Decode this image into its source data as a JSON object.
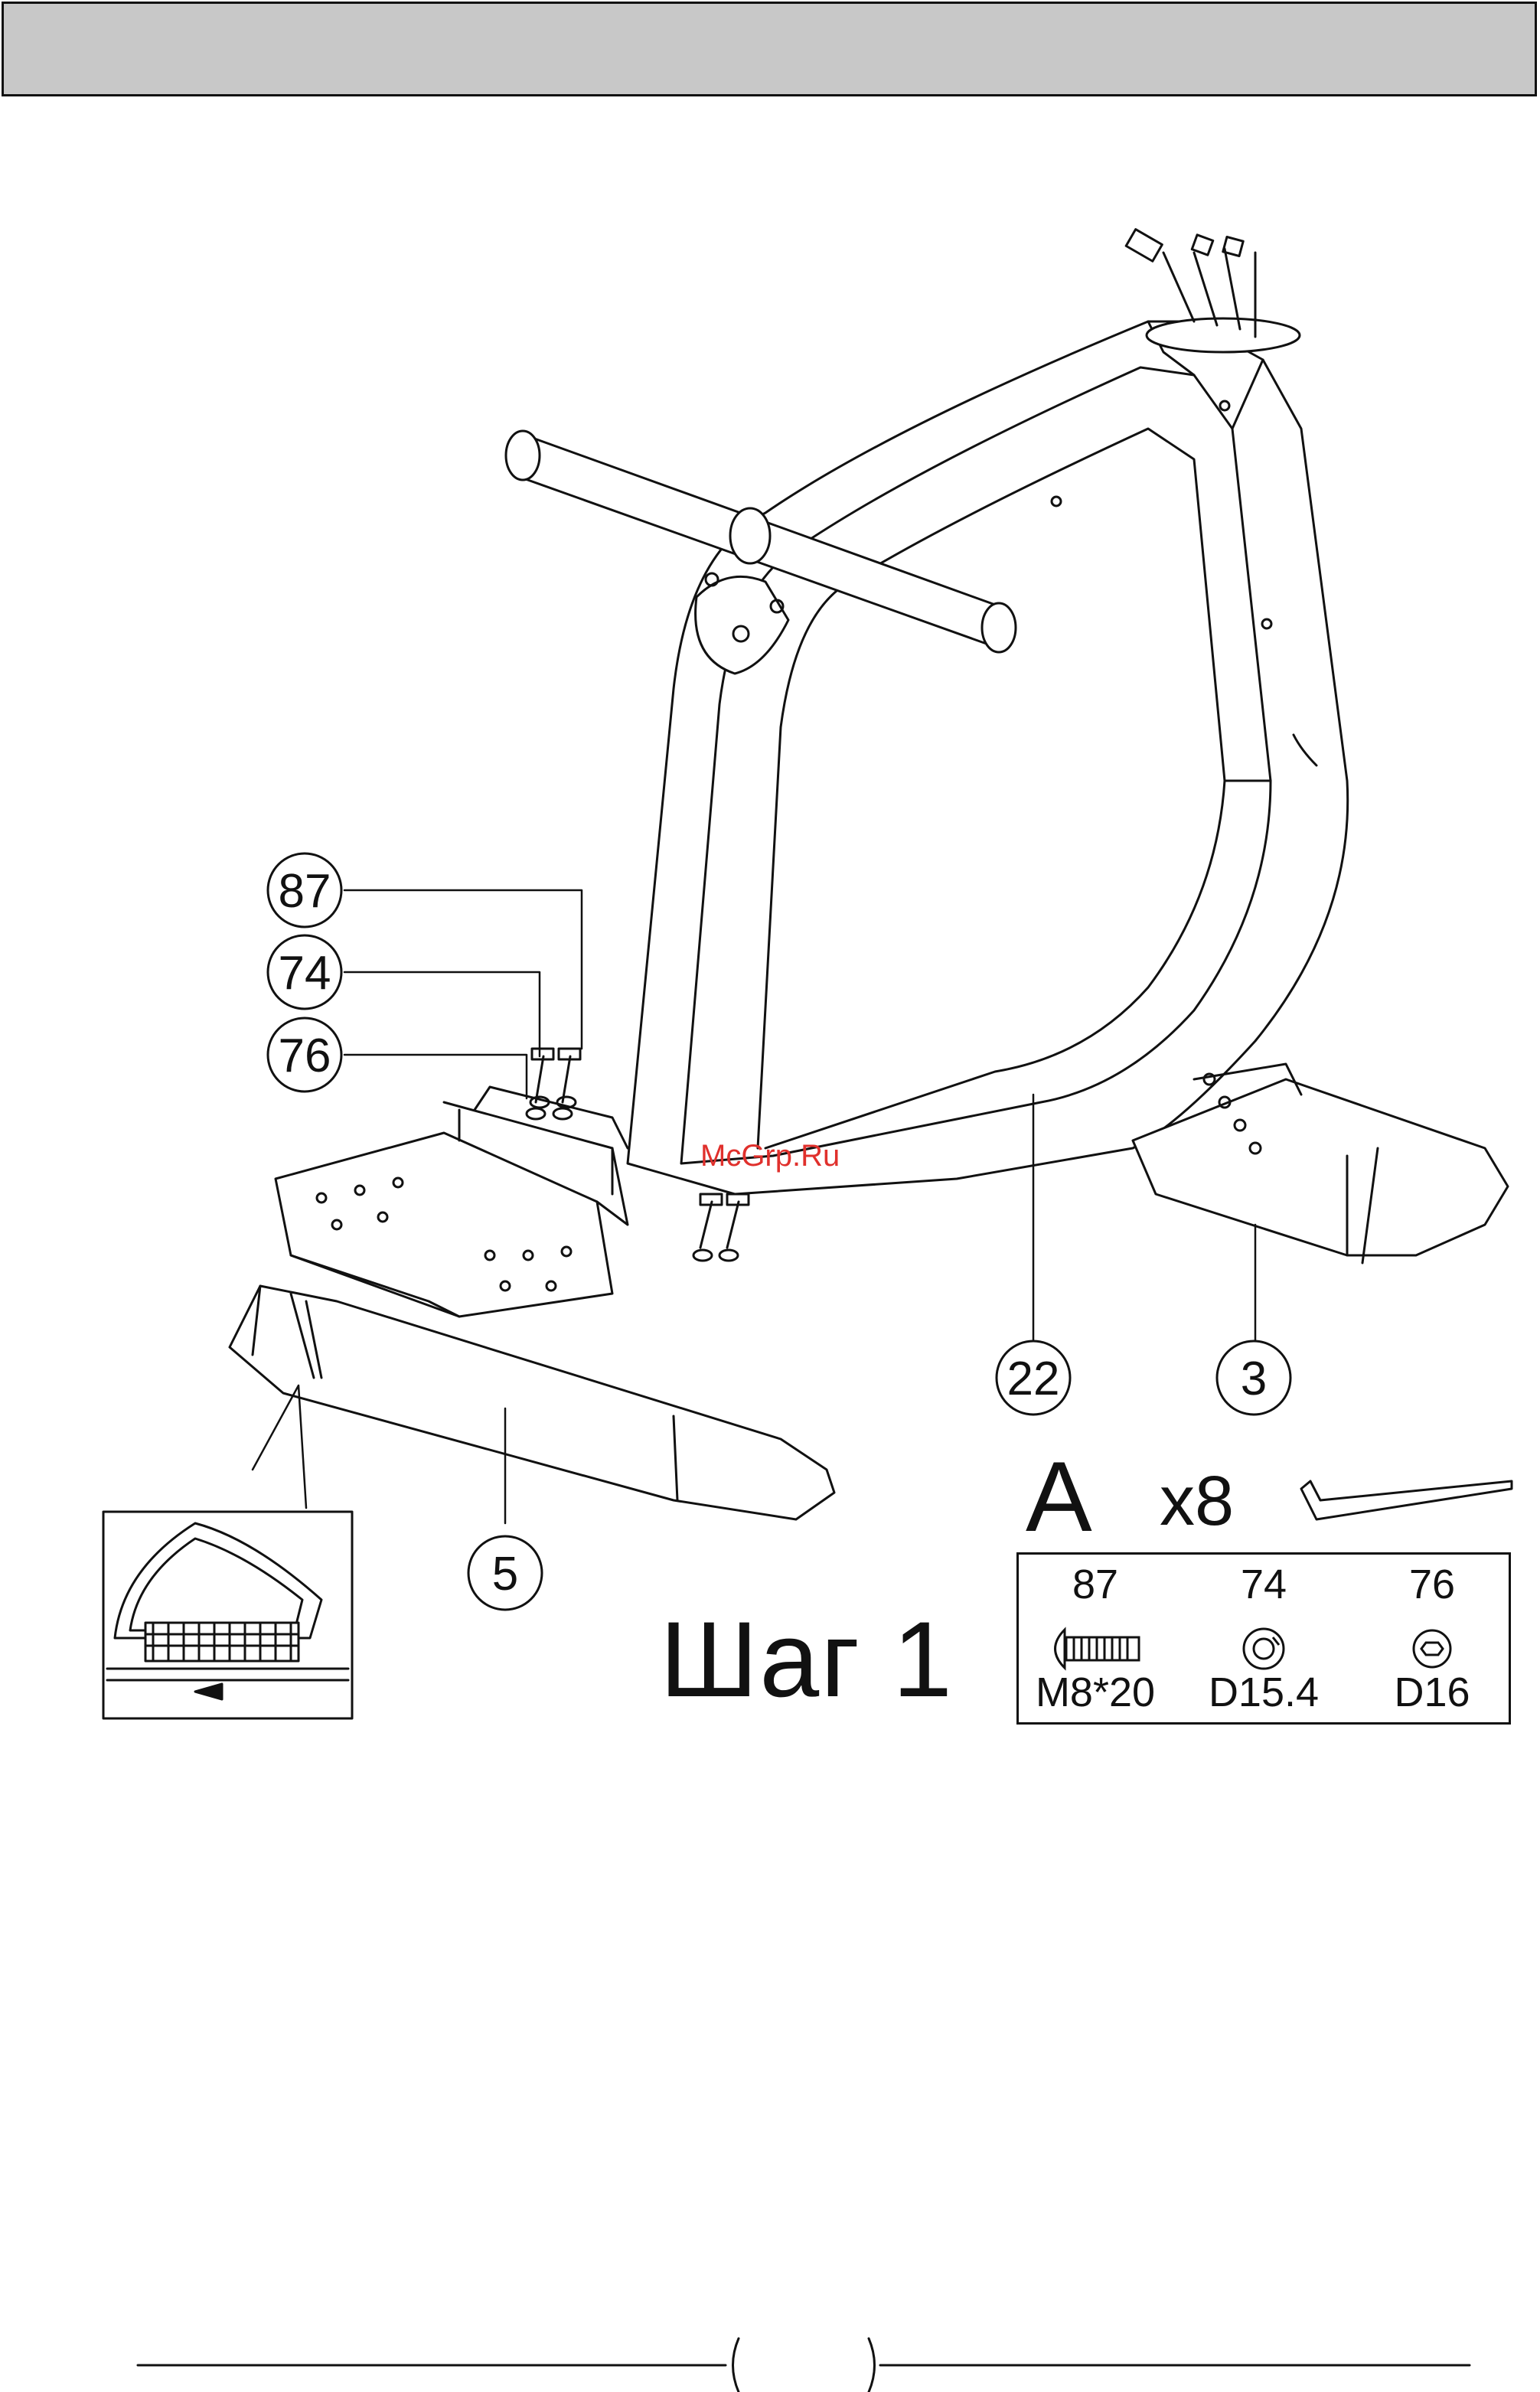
{
  "watermark": "McGrp.Ru",
  "step": {
    "label": "Шаг 1"
  },
  "callouts": [
    {
      "id": "87",
      "label": "87"
    },
    {
      "id": "74",
      "label": "74"
    },
    {
      "id": "76",
      "label": "76"
    },
    {
      "id": "22",
      "label": "22"
    },
    {
      "id": "3",
      "label": "3"
    },
    {
      "id": "5",
      "label": "5"
    }
  ],
  "hardware_kit": {
    "letter": "A",
    "quantity": "x8",
    "parts": [
      {
        "number": "87",
        "spec": "M8*20",
        "icon": "bolt-icon"
      },
      {
        "number": "74",
        "spec": "D15.4",
        "icon": "spring-washer-icon"
      },
      {
        "number": "76",
        "spec": "D16",
        "icon": "flat-washer-icon"
      }
    ],
    "tool": "allen-key-icon"
  }
}
